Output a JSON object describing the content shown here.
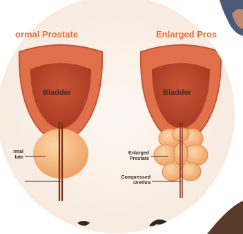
{
  "diagrams": [
    {
      "title": "ormal Prostate",
      "organ_label": "Bladder",
      "callouts": [
        "rmal",
        "tate"
      ]
    },
    {
      "title": "Enlarged Pros",
      "organ_label": "Bladder",
      "callouts": [
        "Enlarged",
        "Prostate",
        "Compressed",
        "Urethra"
      ]
    }
  ],
  "colors": {
    "title": "#e2703a",
    "bladder_wall": "#d9603f",
    "bladder_inner": "#b8452a",
    "prostate": "#f3b27a",
    "urethra": "#7a2a14",
    "background_circle": "#fbf3ec"
  },
  "icons": [
    "person-corner-icon"
  ]
}
